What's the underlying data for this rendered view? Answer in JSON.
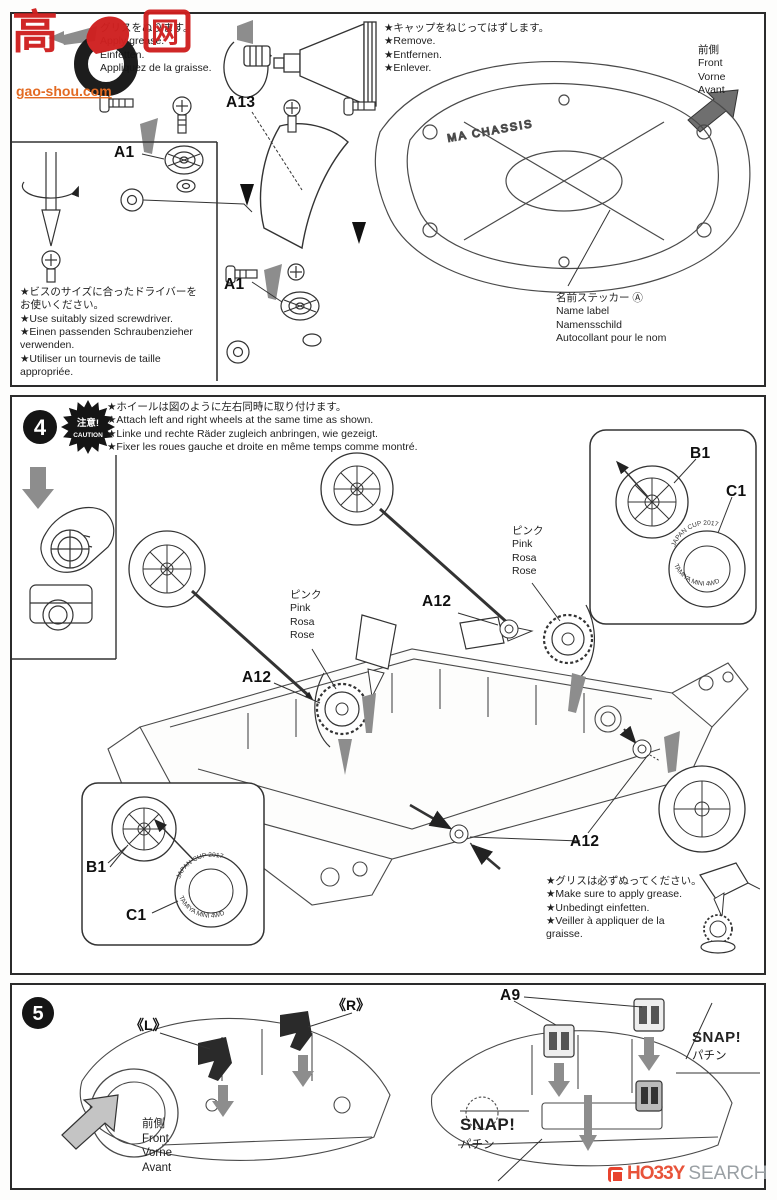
{
  "watermark_top": {
    "cn_left": "高",
    "cn_right": "网",
    "domain": "gao-shou.com"
  },
  "watermark_bottom": {
    "brand_bold": "HO33Y",
    "brand_light": "SEARCH"
  },
  "step3": {
    "grease_note": [
      "グリスをぬります。",
      "Apply grease.",
      "Einfetten.",
      "Appliquez de la graisse."
    ],
    "cap_note": [
      "★キャップをねじってはずします。",
      "★Remove.",
      "★Entfernen.",
      "★Enlever."
    ],
    "front_note": [
      "前側",
      "Front",
      "Vorne",
      "Avant"
    ],
    "screwdriver_note": [
      "★ビスのサイズに合ったドライバーを",
      "お使いください。",
      "★Use suitably sized screwdriver.",
      "★Einen passenden Schraubenzieher",
      "verwenden.",
      "★Utiliser un tournevis de taille",
      "appropriée."
    ],
    "name_label_note": [
      "名前ステッカー Ⓐ",
      "Name label",
      "Namensschild",
      "Autocollant pour le nom"
    ],
    "label_a13": "A13",
    "label_a1_upper": "A1",
    "label_a1_lower": "A1",
    "chassis_text": "MA CHASSIS"
  },
  "step4": {
    "number": "4",
    "caution_badge": [
      "注意!",
      "CAUTION"
    ],
    "header_note": [
      "★ホイールは図のように左右同時に取り付けます。",
      "★Attach left and right wheels at the same time as shown.",
      "★Linke und rechte Räder zugleich anbringen, wie gezeigt.",
      "★Fixer les roues gauche et droite en même temps comme montré."
    ],
    "pink_note": [
      "ピンク",
      "Pink",
      "Rosa",
      "Rose"
    ],
    "label_b1_top": "B1",
    "label_c1_top": "C1",
    "label_b1_bottom": "B1",
    "label_c1_bottom": "C1",
    "label_a12_left": "A12",
    "label_a12_mid": "A12",
    "label_a12_right": "A12",
    "tire_marking_top": "JAPAN CUP 2017",
    "tire_marking_bottom": "TAMIYA MINI 4WD",
    "grease_note": [
      "★グリスは必ずぬってください。",
      "★Make sure to apply grease.",
      "★Unbedingt einfetten.",
      "★Veiller à appliquer de la",
      "graisse."
    ]
  },
  "step5": {
    "number": "5",
    "label_left": "《L》",
    "label_right": "《R》",
    "label_a9": "A9",
    "snap_side": [
      "SNAP!",
      "パチン"
    ],
    "snap_bottom": [
      "SNAP!",
      "パチン"
    ],
    "front_note": [
      "前側",
      "Front",
      "Vorne",
      "Avant"
    ]
  }
}
